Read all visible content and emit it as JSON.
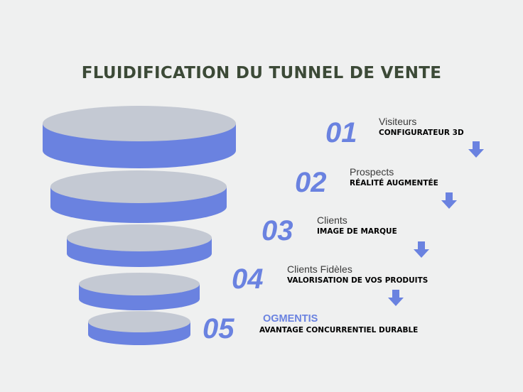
{
  "title": "FLUIDIFICATION DU TUNNEL DE VENTE",
  "colors": {
    "title": "#3c4a37",
    "disc_top": "#c4c9d3",
    "disc_side": "#6a82e0",
    "number": "#6a82e0",
    "label": "#3a3a3a",
    "highlight_label": "#6a82e0",
    "subtitle": "#000000",
    "arrow": "#6a82e0"
  },
  "steps": [
    {
      "number": "01",
      "label": "Visiteurs",
      "subtitle": "CONFIGURATEUR 3D"
    },
    {
      "number": "02",
      "label": "Prospects",
      "subtitle": "RÉALITÉ AUGMENTÉE"
    },
    {
      "number": "03",
      "label": "Clients",
      "subtitle": "IMAGE DE MARQUE"
    },
    {
      "number": "04",
      "label": "Clients Fidèles",
      "subtitle": "VALORISATION DE VOS PRODUITS"
    },
    {
      "number": "05",
      "label": "OGMENTIS",
      "subtitle": "AVANTAGE CONCURRENTIEL DURABLE",
      "highlight": true
    }
  ],
  "icons": {
    "funnel_layer": "disc-icon",
    "step_arrow": "arrow-down-icon"
  }
}
